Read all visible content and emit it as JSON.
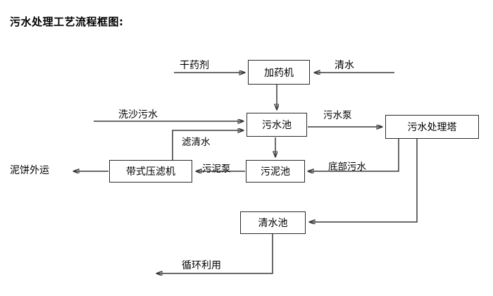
{
  "title": "污水处理工艺流程框图:",
  "diagram": {
    "type": "flowchart",
    "nodes": [
      {
        "id": "dosing_machine",
        "label": "加药机"
      },
      {
        "id": "wastewater_pool",
        "label": "污水池"
      },
      {
        "id": "treatment_tower",
        "label": "污水处理塔"
      },
      {
        "id": "belt_filter_press",
        "label": "带式压滤机"
      },
      {
        "id": "sludge_pool",
        "label": "污泥池"
      },
      {
        "id": "clean_water_pool",
        "label": "清水池"
      }
    ],
    "terminals": [
      {
        "id": "dry_chemical",
        "label": "干药剂"
      },
      {
        "id": "clean_water_in",
        "label": "清水"
      },
      {
        "id": "sand_wash_wastewater",
        "label": "洗沙污水"
      },
      {
        "id": "mud_cake_out",
        "label": "泥饼外运"
      },
      {
        "id": "recycle_use",
        "label": "循环利用"
      }
    ],
    "edge_labels": [
      {
        "id": "wastewater_pump",
        "label": "污水泵"
      },
      {
        "id": "filtered_clear_water",
        "label": "滤清水"
      },
      {
        "id": "sludge_pump",
        "label": "污泥泵"
      },
      {
        "id": "bottom_wastewater",
        "label": "底部污水"
      }
    ],
    "edges": [
      {
        "from": "dry_chemical",
        "to": "dosing_machine",
        "label": ""
      },
      {
        "from": "clean_water_in",
        "to": "dosing_machine",
        "label": ""
      },
      {
        "from": "dosing_machine",
        "to": "wastewater_pool",
        "label": ""
      },
      {
        "from": "sand_wash_wastewater",
        "to": "wastewater_pool",
        "label": "洗沙污水"
      },
      {
        "from": "belt_filter_press",
        "to": "wastewater_pool",
        "label": "滤清水"
      },
      {
        "from": "wastewater_pool",
        "to": "treatment_tower",
        "label": "污水泵"
      },
      {
        "from": "wastewater_pool",
        "to": "sludge_pool",
        "label": ""
      },
      {
        "from": "treatment_tower",
        "to": "sludge_pool",
        "label": "底部污水"
      },
      {
        "from": "treatment_tower",
        "to": "clean_water_pool",
        "label": ""
      },
      {
        "from": "sludge_pool",
        "to": "belt_filter_press",
        "label": "污泥泵"
      },
      {
        "from": "belt_filter_press",
        "to": "mud_cake_out",
        "label": ""
      },
      {
        "from": "clean_water_pool",
        "to": "recycle_use",
        "label": "循环利用"
      }
    ]
  },
  "colors": {
    "line": "#3a3a3a",
    "box_border": "#2b2b2b",
    "text": "#000000",
    "background": "#ffffff"
  }
}
